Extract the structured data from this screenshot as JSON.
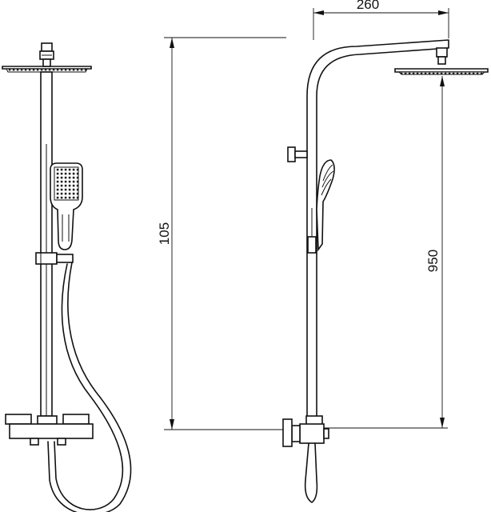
{
  "dimensions": {
    "width": "260",
    "height_left": "105",
    "height_right": "950"
  }
}
